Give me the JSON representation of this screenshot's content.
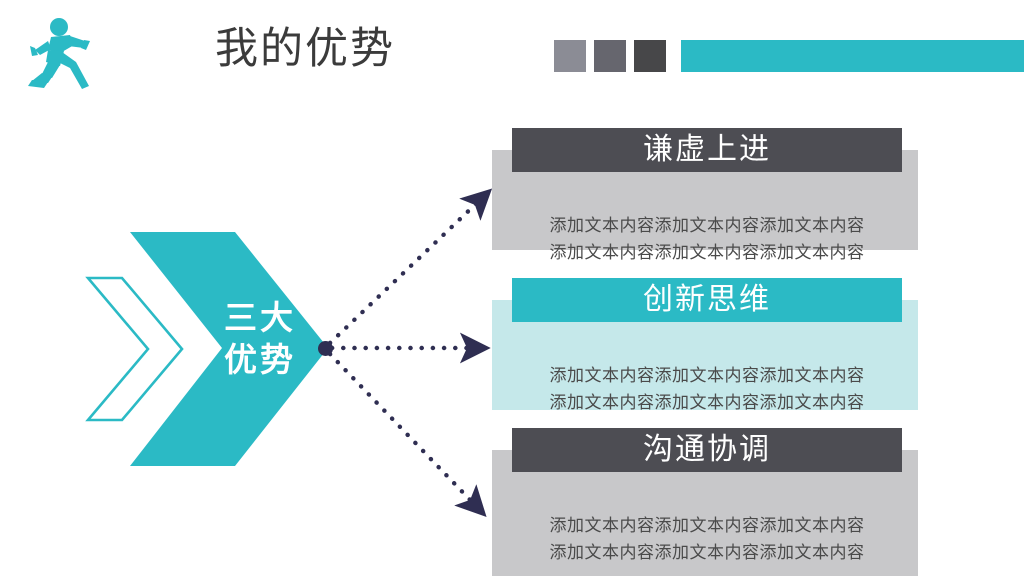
{
  "slide": {
    "title": "我的优势",
    "logo_icon": "running-person-icon",
    "background_color": "#ffffff"
  },
  "header": {
    "swatches": [
      {
        "name": "swatch-light-gray",
        "color": "#8b8c95"
      },
      {
        "name": "swatch-medium-gray",
        "color": "#66666e"
      },
      {
        "name": "swatch-dark-gray",
        "color": "#474749"
      }
    ],
    "accent_bar_color": "#2bbac5"
  },
  "center": {
    "label_line1": "三大",
    "label_line2": "优势",
    "arrow_color": "#2bbac5",
    "outline_chevron_color": "#2bbac5",
    "hub_color": "#2f2e52"
  },
  "connectors": {
    "color": "#2f2e52",
    "style": "dotted",
    "count": 3
  },
  "cards": [
    {
      "id": "card-1",
      "title": "谦虚上进",
      "body_line1": "添加文本内容添加文本内容添加文本内容",
      "body_line2": "添加文本内容添加文本内容添加文本内容",
      "header_color": "#4d4d53",
      "body_color": "#c8c8ca"
    },
    {
      "id": "card-2",
      "title": "创新思维",
      "body_line1": "添加文本内容添加文本内容添加文本内容",
      "body_line2": "添加文本内容添加文本内容添加文本内容",
      "header_color": "#2bbac5",
      "body_color": "#c5e8ea"
    },
    {
      "id": "card-3",
      "title": "沟通协调",
      "body_line1": "添加文本内容添加文本内容添加文本内容",
      "body_line2": "添加文本内容添加文本内容添加文本内容",
      "header_color": "#4d4d53",
      "body_color": "#c8c8ca"
    }
  ]
}
